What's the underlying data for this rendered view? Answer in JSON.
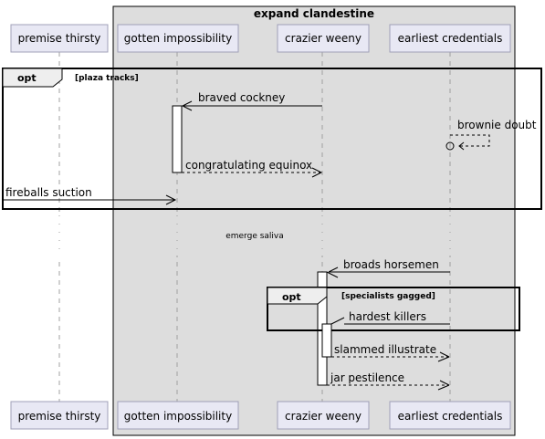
{
  "group": {
    "title": "expand clandestine",
    "color": "#dddddd"
  },
  "participants": [
    {
      "name": "premise thirsty"
    },
    {
      "name": "gotten impossibility"
    },
    {
      "name": "crazier weeny"
    },
    {
      "name": "earliest credentials"
    }
  ],
  "fragments": [
    {
      "keyword": "opt",
      "guard": "[plaza tracks]"
    },
    {
      "keyword": "opt",
      "guard": "[specialists gagged]"
    }
  ],
  "messages": [
    {
      "label": "braved cockney",
      "from": "crazier weeny",
      "to": "gotten impossibility",
      "style": "solid"
    },
    {
      "label": "brownie doubt",
      "from": "earliest credentials",
      "to": "earliest credentials",
      "style": "dashed-lost"
    },
    {
      "label": "congratulating equinox",
      "from": "gotten impossibility",
      "to": "crazier weeny",
      "style": "dashed"
    },
    {
      "label": "fireballs suction",
      "from": "external",
      "to": "gotten impossibility",
      "style": "solid"
    },
    {
      "label": "broads horsemen",
      "from": "earliest credentials",
      "to": "crazier weeny",
      "style": "solid"
    },
    {
      "label": "hardest killers",
      "from": "earliest credentials",
      "to": "crazier weeny",
      "style": "solid"
    },
    {
      "label": "slammed illustrate",
      "from": "crazier weeny",
      "to": "earliest credentials",
      "style": "dashed"
    },
    {
      "label": "jar pestilence",
      "from": "crazier weeny",
      "to": "earliest credentials",
      "style": "dashed"
    }
  ],
  "divider": {
    "label": "emerge saliva"
  }
}
